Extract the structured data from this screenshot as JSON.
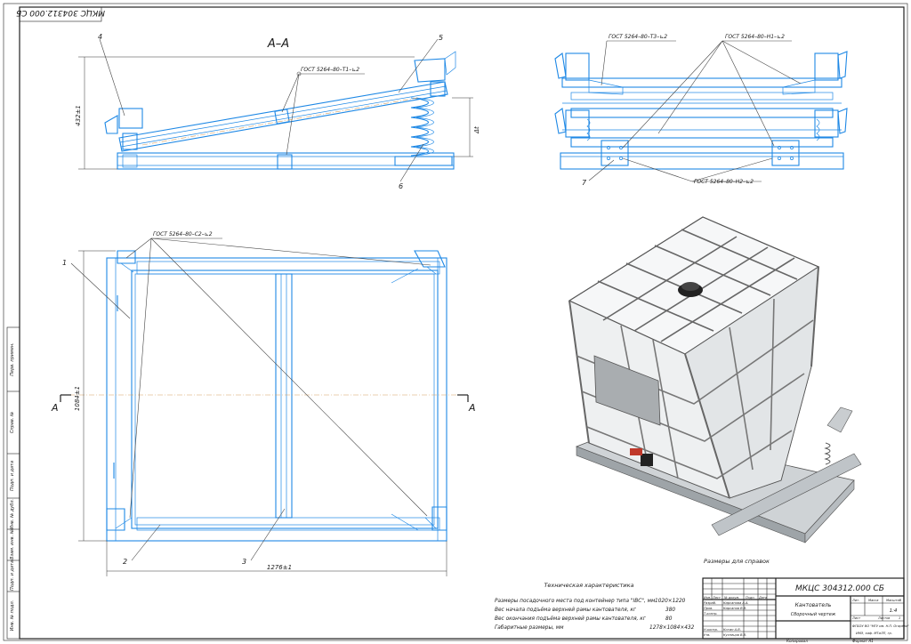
{
  "drawing": {
    "corner_code": "МКЦС 304312.000 СБ",
    "section_label": "А–А",
    "section_mark": "А",
    "callouts": [
      "1",
      "2",
      "3",
      "4",
      "5",
      "6",
      "7"
    ],
    "welds": {
      "t1": "ГОСТ 5264–80–Т1–⊾2",
      "t3": "ГОСТ 5264–80–Т3–⊾2",
      "h1": "ГОСТ 5264–80–Н1–⊾2",
      "h2": "ГОСТ 5264–80–Н2–⊾2",
      "c2": "ГОСТ 5264–80–С2–⊾2"
    },
    "dimensions": {
      "height_side": "432±1",
      "stroke": "Δt",
      "width_plan": "1084±1",
      "length_plan": "1276±1"
    },
    "reference_note": "Размеры для справок",
    "left_margin_labels": [
      "Перв. примен.",
      "Справ. №",
      "Подп. и дата",
      "Инв. № дубл.",
      "Взам. инв. №",
      "Подп. и дата",
      "Инв. № подл."
    ]
  },
  "specs": {
    "title": "Техническая характеристика",
    "rows": [
      {
        "label": "Размеры посадочного места под контейнер типа \"IBC\", мм",
        "value": "1020×1220"
      },
      {
        "label": "Вес начала подъёма верхней рамы кантователя, кг",
        "value": "380"
      },
      {
        "label": "Вес окончания подъёма верхней рамы кантователя, кг",
        "value": "80"
      },
      {
        "label": "Габаритные размеры, мм",
        "value": "1278×1084×432"
      }
    ]
  },
  "title_block": {
    "designation": "МКЦС 304312.000 СБ",
    "name": "Кантователь",
    "doc_type": "Сборочный чертеж",
    "headers": [
      "Лит.",
      "Масса",
      "Масштаб"
    ],
    "scale": "1:4",
    "sheet_label": "Лист",
    "sheets_label": "Листов",
    "sheets_count": "1",
    "org": "ФГБОУ ВО \"МГУ им. Н.П. Огарёва\"",
    "org2": "ИМЭ, каф. МТиЛП, гр.",
    "copied": "Копировал",
    "format": "Формат   А1",
    "roles": [
      "Изм.",
      "Лист",
      "№ докум.",
      "Подп.",
      "Дата"
    ],
    "people": [
      {
        "role": "Разраб.",
        "name": "Кирсанова А.А."
      },
      {
        "role": "Пров.",
        "name": "Кирсанов В.В."
      },
      {
        "role": "Т.контр.",
        "name": ""
      },
      {
        "role": "Н.контр.",
        "name": "Котин А.В."
      },
      {
        "role": "Утв.",
        "name": "Кузнецов В.В."
      }
    ]
  }
}
